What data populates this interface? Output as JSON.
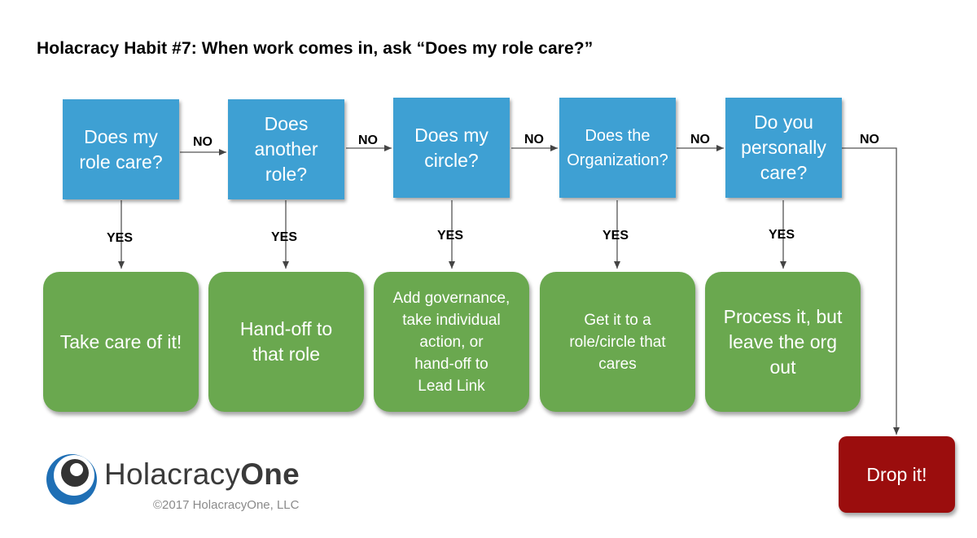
{
  "title": "Holacracy Habit #7: When work comes in, ask “Does my role care?”",
  "questions": [
    {
      "text": "Does my\nrole care?"
    },
    {
      "text": "Does\nanother\nrole?"
    },
    {
      "text": "Does my\ncircle?"
    },
    {
      "text": "Does the\nOrganization?"
    },
    {
      "text": "Do you\npersonally\ncare?"
    }
  ],
  "actions": [
    {
      "text": "Take care of it!"
    },
    {
      "text": "Hand-off to\nthat role"
    },
    {
      "text": "Add governance,\ntake individual\naction, or\nhand-off to\nLead Link"
    },
    {
      "text": "Get it to a\nrole/circle that\ncares"
    },
    {
      "text": "Process it, but\nleave the org\nout"
    }
  ],
  "final_action": "Drop it!",
  "labels": {
    "no": "NO",
    "yes": "YES"
  },
  "branding": {
    "name_light": "Holacracy",
    "name_bold": "One",
    "copyright": "©2017 HolacracyOne, LLC"
  },
  "colors": {
    "question": "#3ea0d3",
    "action": "#6aa84f",
    "drop": "#9b0d0d",
    "logo_blue": "#1f6fb5",
    "logo_dark": "#333333"
  }
}
